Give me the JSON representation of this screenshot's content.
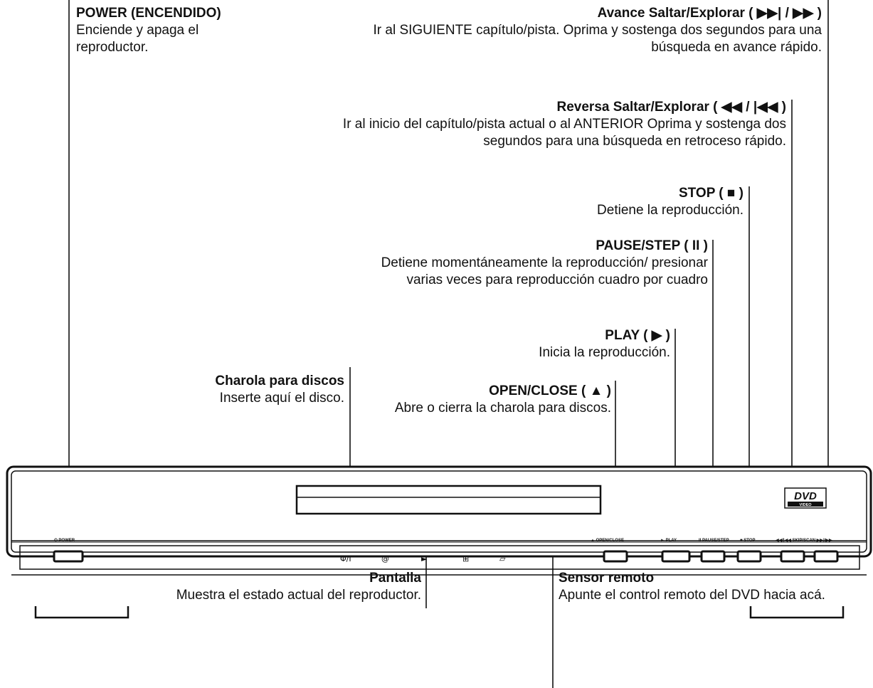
{
  "callouts": {
    "power": {
      "title": "POWER (ENCENDIDO)",
      "desc": "Enciende y apaga el reproductor."
    },
    "avance": {
      "title": "Avance Saltar/Explorar ( ▶▶| / ▶▶ )",
      "desc": "Ir al SIGUIENTE capítulo/pista. Oprima y sostenga dos segundos para una búsqueda en avance rápido."
    },
    "reversa": {
      "title": "Reversa Saltar/Explorar ( ◀◀ / |◀◀ )",
      "desc": "Ir al inicio del capítulo/pista actual o al ANTERIOR Oprima y sostenga dos segundos para una búsqueda en retroceso rápido."
    },
    "stop": {
      "title": "STOP ( ■ )",
      "desc": "Detiene la reproducción."
    },
    "pause": {
      "title": "PAUSE/STEP ( II )",
      "desc": "Detiene momentáneamente la reproducción/ presionar varias veces para reproducción cuadro por cuadro"
    },
    "play": {
      "title": "PLAY ( ▶ )",
      "desc": "Inicia la reproducción."
    },
    "charola": {
      "title": "Charola para discos",
      "desc": "Inserte aquí el disco."
    },
    "open": {
      "title": "OPEN/CLOSE ( ▲ )",
      "desc": "Abre o cierra la charola para discos."
    },
    "pantalla": {
      "title": "Pantalla",
      "desc": "Muestra el estado actual del reproductor."
    },
    "sensor": {
      "title": "Sensor remoto",
      "desc": "Apunte el control remoto del DVD hacia acá."
    }
  },
  "panel": {
    "power": "⏻ POWER",
    "open_close": "▲ OPEN/CLOSE",
    "play": "►  PLAY",
    "pause_step": "II PAUSE/STEP",
    "stop": "■ STOP",
    "skip_scan": "◀◀/|◀◀  SKIP/SCAN  ▶▶|/▶▶",
    "display_icons": [
      "Φ/I",
      "@",
      "►",
      "⊞",
      "▱"
    ],
    "logo_main": "DVD",
    "logo_sub": "VIDEO"
  }
}
